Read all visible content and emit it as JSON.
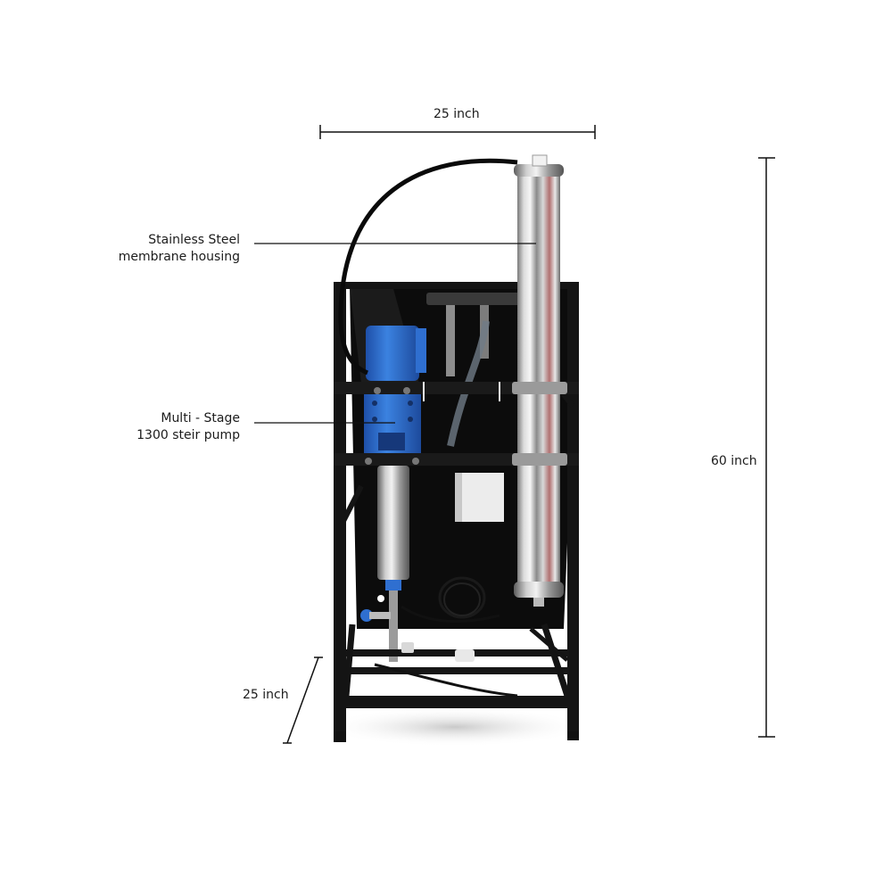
{
  "figure": {
    "subject": "Commercial reverse osmosis system on black steel frame",
    "background": "#ffffff"
  },
  "dimensions": {
    "width": {
      "label": "25 inch"
    },
    "height": {
      "label": "60 inch"
    },
    "depth": {
      "label": "25 inch"
    }
  },
  "callouts": [
    {
      "id": "membrane-housing",
      "line1": "Stainless Steel",
      "line2": "membrane housing"
    },
    {
      "id": "pump",
      "line1": "Multi - Stage",
      "line2": "1300 steir pump"
    }
  ],
  "colors": {
    "frame": "#141414",
    "panel": "#0d0d0d",
    "pump_blue": "#2f6fd0",
    "steel_light": "#e4e4e4",
    "steel_dark": "#6e6e6e",
    "dimension_line": "#111111"
  }
}
